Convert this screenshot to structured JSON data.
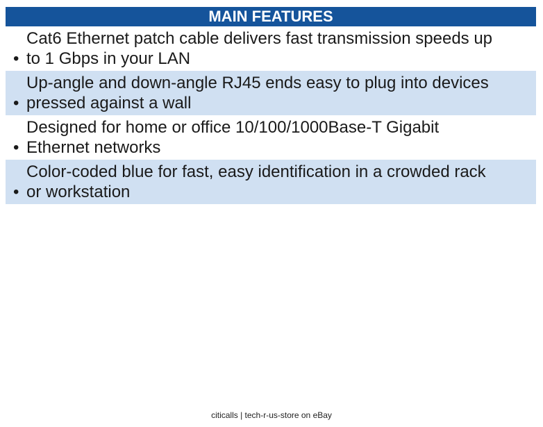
{
  "header": {
    "title": "MAIN FEATURES"
  },
  "bullet_char": "•",
  "features": [
    {
      "lines": [
        "Cat6 Ethernet patch cable delivers fast transmission speeds up",
        "to 1 Gbps in your LAN"
      ]
    },
    {
      "lines": [
        "Up-angle and down-angle RJ45 ends easy to plug into devices",
        "pressed against a wall"
      ]
    },
    {
      "lines": [
        "Designed for home or office 10/100/1000Base-T Gigabit",
        "Ethernet networks"
      ]
    },
    {
      "lines": [
        "Color-coded blue for fast, easy identification in a crowded rack",
        "or workstation"
      ]
    }
  ],
  "footer": {
    "text": "citicalls | tech-r-us-store on eBay"
  },
  "colors": {
    "header_bg": "#15549B",
    "header_text": "#FFFFFF",
    "row_alt_bg": "#D0E0F2",
    "body_text": "#1A1A1A"
  }
}
